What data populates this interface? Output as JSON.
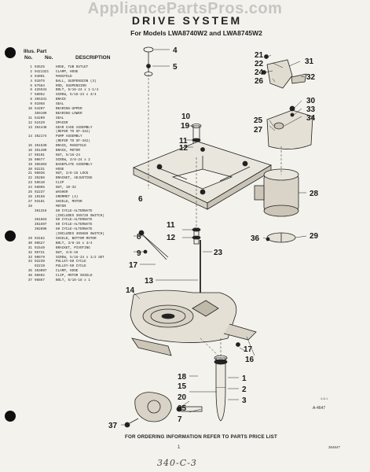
{
  "watermark": "AppliancePartsPros.com",
  "header": {
    "title": "DRIVE SYSTEM",
    "subtitle": "For Models LWA8740W2 and LWA8745W2"
  },
  "legend": {
    "illus_label": "Illus. Part",
    "no_label": "No.",
    "part_no_label": "No.",
    "description_label": "DESCRIPTION"
  },
  "parts": [
    {
      "no": "1",
      "pn": "93525",
      "desc": "HOSE, TUB OUTLET"
    },
    {
      "no": "2",
      "pn": "9421321",
      "desc": "CLAMP, HOSE"
    },
    {
      "no": "3",
      "pn": "94091",
      "desc": "MANIFOLD"
    },
    {
      "no": "4",
      "pn": "91075",
      "desc": "BALL, SUSPENSION (3)"
    },
    {
      "no": "5",
      "pn": "87584",
      "desc": "ROD, SUSPENSION"
    },
    {
      "no": "6",
      "pn": "425534",
      "desc": "BOLT, 5/16-24 x 1-1/4"
    },
    {
      "no": "7",
      "pn": "58052",
      "desc": "SCREW, 5/16-24 x 3/4"
    },
    {
      "no": "8",
      "pn": "355331",
      "desc": "BRACE"
    },
    {
      "no": "9",
      "pn": "91958",
      "desc": "SEAL"
    },
    {
      "no": "10",
      "pn": "54207",
      "desc": "BEARING-UPPER"
    },
    {
      "no": "",
      "pn": "359199",
      "desc": "BEARING-LOWER"
    },
    {
      "no": "11",
      "pn": "54209",
      "desc": "SEAL"
    },
    {
      "no": "12",
      "pn": "52429",
      "desc": "SPACER"
    },
    {
      "no": "13",
      "pn": "364448",
      "desc": "GEAR CASE ASSEMBLY"
    },
    {
      "no": "",
      "pn": "",
      "desc": "(REFER TO SF-342)"
    },
    {
      "no": "14",
      "pn": "352174",
      "desc": "PUMP ASSEMBLY"
    },
    {
      "no": "",
      "pn": "",
      "desc": "(REFER TO SF-342)"
    },
    {
      "no": "15",
      "pn": "351530",
      "desc": "BRACE, MANIFOLD"
    },
    {
      "no": "16",
      "pn": "351499",
      "desc": "BRACE, MOTOR"
    },
    {
      "no": "17",
      "pn": "96101",
      "desc": "NUT, 5/16-24"
    },
    {
      "no": "18",
      "pn": "90677",
      "desc": "SCREW, 3/8-24 x 2"
    },
    {
      "no": "19",
      "pn": "356303",
      "desc": "BASEPLATE ASSEMBLY"
    },
    {
      "no": "20",
      "pn": "92231",
      "desc": "HOSE"
    },
    {
      "no": "21",
      "pn": "96036",
      "desc": "NUT, 3/8-16 LOCK"
    },
    {
      "no": "22",
      "pn": "35286",
      "desc": "BRACKET, ADJUSTING"
    },
    {
      "no": "23",
      "pn": "56510",
      "desc": "CLIP"
    },
    {
      "no": "24",
      "pn": "56065",
      "desc": "NUT, 10-32"
    },
    {
      "no": "25",
      "pn": "92237",
      "desc": "WASHER"
    },
    {
      "no": "26",
      "pn": "19158",
      "desc": "GROMMET (4)"
    },
    {
      "no": "27",
      "pn": "93181",
      "desc": "SHIELD, MOTOR"
    },
    {
      "no": "28",
      "pn": "",
      "desc": "MOTOR"
    },
    {
      "no": "",
      "pn": "361316",
      "desc": "60 CYCLE-ALTERNATE"
    },
    {
      "no": "",
      "pn": "",
      "desc": "(INCLUDES 365726 SWITCH)"
    },
    {
      "no": "",
      "pn": "361663",
      "desc": "60 CYCLE-ALTERNATE"
    },
    {
      "no": "",
      "pn": "361697",
      "desc": "60 CYCLE-ALTERNATE"
    },
    {
      "no": "",
      "pn": "362896",
      "desc": "60 CYCLE-ALTERNATE"
    },
    {
      "no": "",
      "pn": "",
      "desc": "(INCLUDES 365686 SWITCH)"
    },
    {
      "no": "29",
      "pn": "93182",
      "desc": "SHIELD, BOTTOM MOTOR"
    },
    {
      "no": "30",
      "pn": "90527",
      "desc": "BOLT, 3/8-16 x 3/4"
    },
    {
      "no": "31",
      "pn": "91549",
      "desc": "BRACKET, PIVOTING"
    },
    {
      "no": "32",
      "pn": "95721",
      "desc": "NUT, 3/8-16"
    },
    {
      "no": "33",
      "pn": "90879",
      "desc": "SCREW, 5/16-24 x 1/2 SET"
    },
    {
      "no": "34",
      "pn": "92239",
      "desc": "PULLEY-60 CYCLE"
    },
    {
      "no": "",
      "pn": "92219",
      "desc": "PULLEY-50 CYCLE"
    },
    {
      "no": "35",
      "pn": "353097",
      "desc": "CLAMP, HOSE"
    },
    {
      "no": "36",
      "pn": "98692",
      "desc": "CLIP, MOTOR SHIELD"
    },
    {
      "no": "37",
      "pn": "96867",
      "desc": "BOLT, 5/16-18 x 1"
    }
  ],
  "callouts": {
    "c1": "1",
    "c2": "2",
    "c3": "3",
    "c4": "4",
    "c5": "5",
    "c6": "6",
    "c7": "7",
    "c8": "8",
    "c9": "9",
    "c10": "10",
    "c11a": "11",
    "c11b": "11",
    "c12a": "12",
    "c12b": "12",
    "c13": "13",
    "c14": "14",
    "c15": "15",
    "c16": "16",
    "c17a": "17",
    "c17b": "17",
    "c18": "18",
    "c19": "19",
    "c20": "20",
    "c21": "21",
    "c22": "22",
    "c23": "23",
    "c24": "24",
    "c25": "25",
    "c26": "26",
    "c27": "27",
    "c28": "28",
    "c29": "29",
    "c30": "30",
    "c31": "31",
    "c32": "32",
    "c33": "33",
    "c34": "34",
    "c35": "35",
    "c36": "36",
    "c37": "37"
  },
  "figure_id": "A-4647",
  "figure_note": "4-8-1",
  "footer": {
    "ordering_note": "FOR ORDERING INFORMATION REFER TO PARTS PRICE LIST",
    "page_number": "1",
    "doc_id": "354647",
    "handwritten": "340-C-3"
  }
}
